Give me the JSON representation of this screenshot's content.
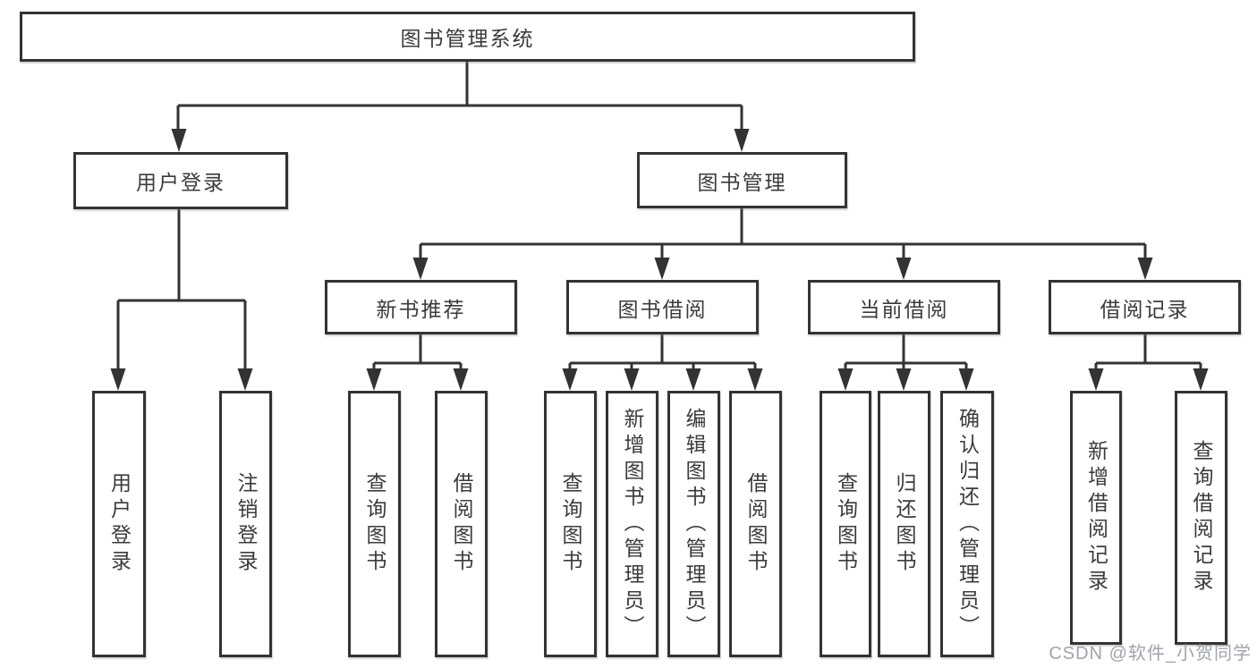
{
  "diagram": {
    "title": "图书管理系统",
    "type": "hierarchy-tree",
    "colors": {
      "line": "#333333",
      "box_border": "#333333",
      "text": "#3b3b3b",
      "background": "#ffffff",
      "watermark": "#a2a4ac"
    },
    "tree": {
      "root": {
        "label": "图书管理系统"
      },
      "user": {
        "label": "用户登录",
        "children": [
          {
            "label": "用户登录"
          },
          {
            "label": "注销登录"
          }
        ]
      },
      "book": {
        "label": "图书管理",
        "sections": [
          {
            "label": "新书推荐",
            "children": [
              {
                "label": "查询图书"
              },
              {
                "label": "借阅图书"
              }
            ]
          },
          {
            "label": "图书借阅",
            "children": [
              {
                "label": "查询图书"
              },
              {
                "label": "新增图书（管理员）"
              },
              {
                "label": "编辑图书（管理员）"
              },
              {
                "label": "借阅图书"
              }
            ]
          },
          {
            "label": "当前借阅",
            "children": [
              {
                "label": "查询图书"
              },
              {
                "label": "归还图书"
              },
              {
                "label": "确认归还（管理员）"
              }
            ]
          },
          {
            "label": "借阅记录",
            "children": [
              {
                "label": "新增借阅记录"
              },
              {
                "label": "查询借阅记录"
              }
            ]
          }
        ]
      }
    },
    "watermark": {
      "text": "CSDN @软件_小贺同学"
    }
  }
}
